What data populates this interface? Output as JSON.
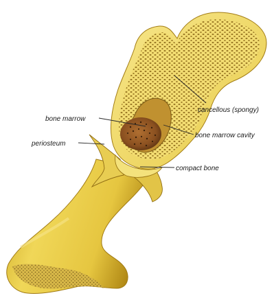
{
  "labels": {
    "cancellous": "cancellous (spongy)",
    "bone_marrow": "bone marrow",
    "bone_marrow_cavity": "bone marrow cavity",
    "periosteum": "periosteum",
    "compact_bone": "compact bone"
  },
  "colors": {
    "bone_light": "#f2dc62",
    "bone_mid": "#e3c43a",
    "bone_shadow": "#b98f1a",
    "spongy_fill": "#f5e07a",
    "spongy_pores": "#8a6a1e",
    "marrow": "#9a5d28",
    "marrow_dark": "#4a2a10"
  }
}
